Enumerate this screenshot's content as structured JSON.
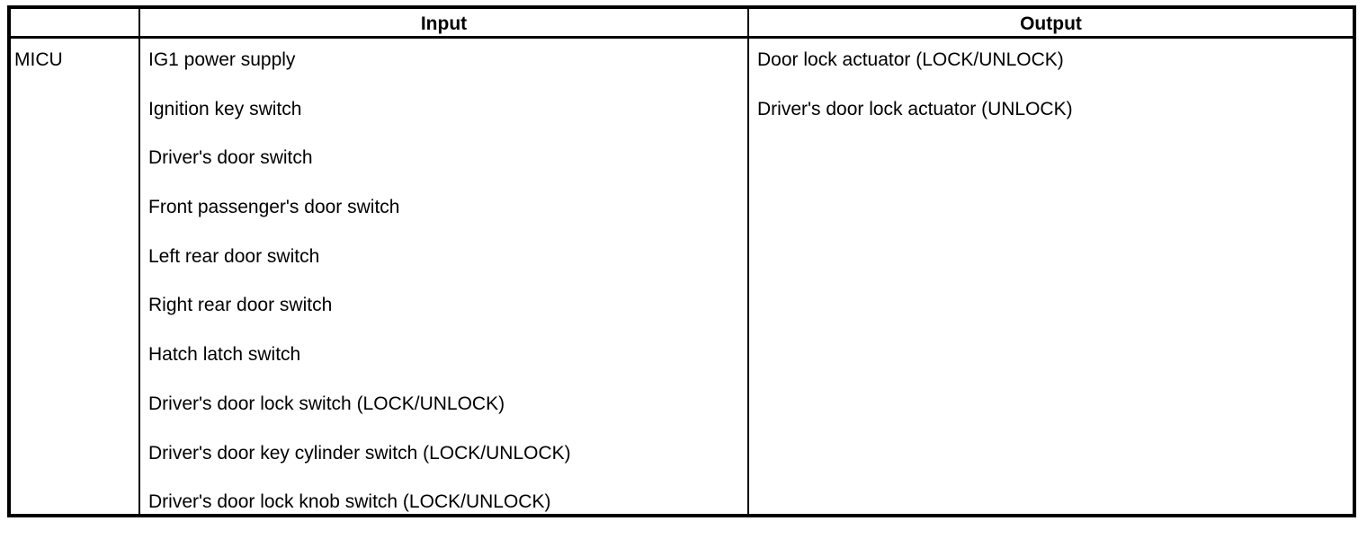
{
  "table": {
    "columns": {
      "module_header": "",
      "input_header": "Input",
      "output_header": "Output"
    },
    "rows": [
      {
        "module": "MICU",
        "inputs": [
          "IG1 power supply",
          "Ignition key switch",
          "Driver's door switch",
          "Front passenger's door switch",
          "Left rear door switch",
          "Right rear door switch",
          "Hatch latch switch",
          "Driver's door lock switch (LOCK/UNLOCK)",
          "Driver's door key cylinder switch (LOCK/UNLOCK)",
          "Driver's door lock knob switch (LOCK/UNLOCK)"
        ],
        "outputs": [
          "Door lock actuator (LOCK/UNLOCK)",
          "Driver's door lock actuator (UNLOCK)"
        ]
      }
    ]
  }
}
